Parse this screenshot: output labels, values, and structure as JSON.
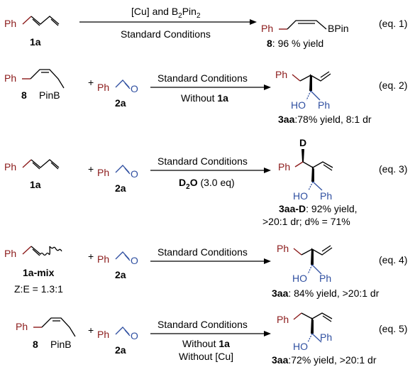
{
  "eq1": {
    "reagent_above": "[Cu] and B2Pin2",
    "below": "Standard Conditions",
    "eq": "(eq. 1)",
    "sm": {
      "ph": "Ph",
      "label": "1a"
    },
    "prod": {
      "ph": "Ph",
      "bpin": "BPin",
      "num": "8",
      "result": ": 96 % yield"
    }
  },
  "eq2": {
    "above": "Standard Conditions",
    "below_pre": "Without ",
    "below_bold": "1a",
    "eq": "(eq. 2)",
    "sm": {
      "ph": "Ph",
      "pinb": "PinB",
      "label": "8"
    },
    "plus": "+",
    "ald": {
      "ph": "Ph",
      "o": "O",
      "label": "2a"
    },
    "prod": {
      "ph": "Ph",
      "ho": "HO",
      "ph2": "Ph",
      "num": "3aa",
      "result": ":78% yield, 8:1 dr"
    }
  },
  "eq3": {
    "above": "Standard Conditions",
    "below_bold": "D2O",
    "below_post": " (3.0 eq)",
    "eq": "(eq. 3)",
    "sm": {
      "ph": "Ph",
      "label": "1a"
    },
    "plus": "+",
    "ald": {
      "ph": "Ph",
      "o": "O",
      "label": "2a"
    },
    "prod": {
      "d": "D",
      "ph": "Ph",
      "ho": "HO",
      "ph2": "Ph",
      "num": "3aa-D",
      "result1": ": 92% yield,",
      "result2": ">20:1 dr; d% = 71%"
    }
  },
  "eq4": {
    "above": "Standard Conditions",
    "eq": "(eq. 4)",
    "sm": {
      "ph": "Ph",
      "label": "1a-mix",
      "ratio": "Z:E = 1.3:1"
    },
    "plus": "+",
    "ald": {
      "ph": "Ph",
      "o": "O",
      "label": "2a"
    },
    "prod": {
      "ph": "Ph",
      "ho": "HO",
      "ph2": "Ph",
      "num": "3aa",
      "result": ": 84% yield, >20:1 dr"
    }
  },
  "eq5": {
    "above": "Standard Conditions",
    "below1_pre": "Without ",
    "below1_bold": "1a",
    "below2": "Without [Cu]",
    "eq": "(eq. 5)",
    "sm": {
      "ph": "Ph",
      "pinb": "PinB",
      "label": "8"
    },
    "plus": "+",
    "ald": {
      "ph": "Ph",
      "o": "O",
      "label": "2a"
    },
    "prod": {
      "ph": "Ph",
      "ho": "HO",
      "ph2": "Ph",
      "num": "3aa",
      "result": ":72% yield, >20:1 dr"
    }
  },
  "colors": {
    "phenyl": "#8b1a1a",
    "aldehyde": "#2f4fa0",
    "text": "#000000"
  }
}
